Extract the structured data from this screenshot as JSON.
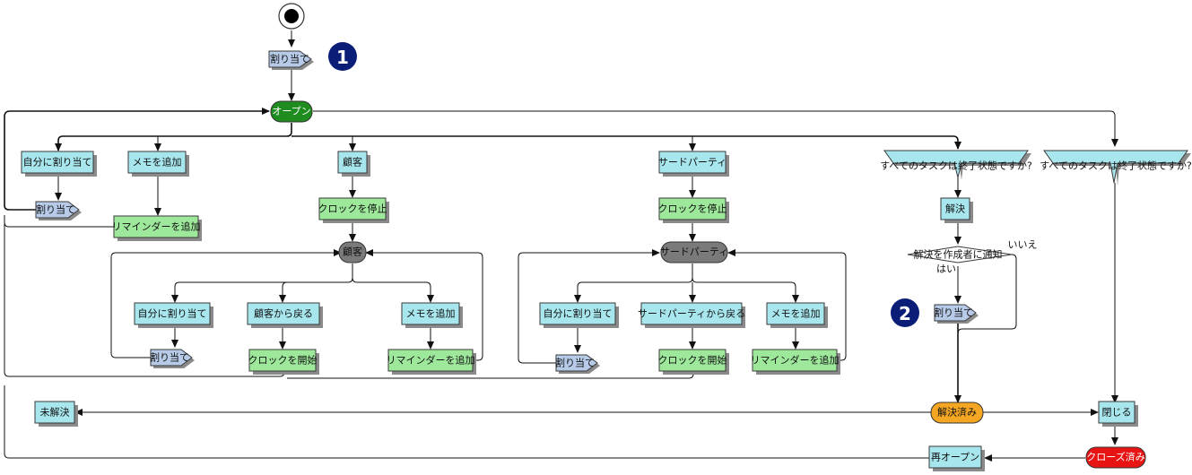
{
  "start": {
    "label": ""
  },
  "badges": {
    "one": "1",
    "two": "2"
  },
  "assign": {
    "label": "割り当て"
  },
  "open": {
    "label": "オープン",
    "color": "#1e8c1e"
  },
  "main": {
    "assign_self": "自分に割り当て",
    "add_memo": "メモを追加",
    "add_reminder": "リマインダーを追加"
  },
  "customer": {
    "entry": "顧客",
    "stop_clock": "クロックを停止",
    "state": "顧客",
    "assign_self": "自分に割り当て",
    "return": "顧客から戻る",
    "add_memo": "メモを追加",
    "start_clock": "クロックを開始",
    "add_reminder": "リマインダーを追加"
  },
  "third_party": {
    "entry": "サードパーティ",
    "stop_clock": "クロックを停止",
    "state": "サードパーティ",
    "assign_self": "自分に割り当て",
    "return": "サードパーティから戻る",
    "add_memo": "メモを追加",
    "start_clock": "クロックを開始",
    "add_reminder": "リマインダーを追加"
  },
  "resolve_path": {
    "question": "すべてのタスクは終了状態ですか?",
    "resolve": "解決",
    "notify_question": "解決を作成者に通知",
    "yes": "はい",
    "no": "いいえ",
    "resolved": "解決済み",
    "resolved_color": "#f5a623"
  },
  "close_path": {
    "question": "すべてのタスクは終了状態ですか?",
    "close": "閉じる",
    "closed": "クローズ済み",
    "closed_color": "#e81414"
  },
  "unresolved": "未解決",
  "reopen": "再オープン",
  "colors": {
    "action": "#a8e6ee",
    "reminder": "#9ee89c",
    "waiting_state": "#7a7a7a",
    "assign_arrow": "#b7cbe8",
    "badge": "#0a1e78"
  }
}
